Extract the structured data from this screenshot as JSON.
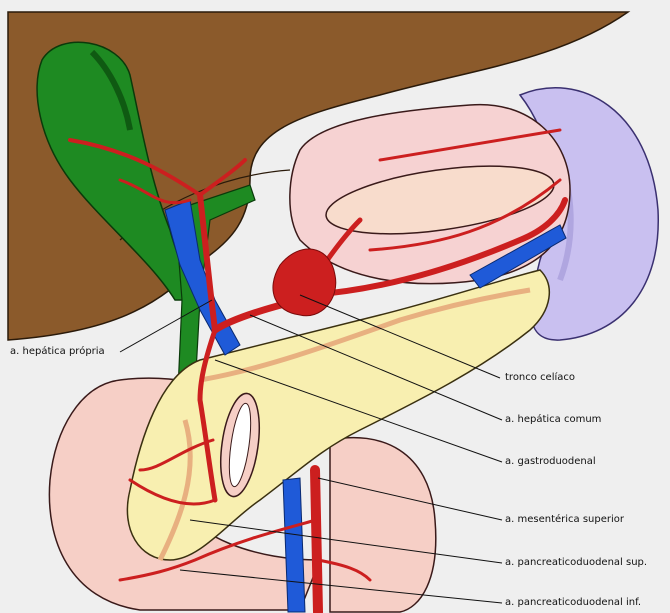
{
  "labels": {
    "hepatica_propria": "a. hepática própria",
    "tronco_celiaco": "tronco celíaco",
    "hepatica_comum": "a. hepática comum",
    "gastroduodenal": "a. gastroduodenal",
    "mesenterica_superior": "a. mesentérica superior",
    "pancreaticoduodenal_sup": "a. pancreaticoduodenal sup.",
    "pancreaticoduodenal_inf": "a. pancreaticoduodenal inf."
  },
  "colors": {
    "liver": "#8b5a2b",
    "gallbladder": "#1e8a22",
    "vein": "#1f5ad8",
    "artery": "#cc1f1f",
    "pancreas": "#f8efb0",
    "stomach": "#f6d2d2",
    "spleen": "#c9c0f0",
    "duodenum": "#f6cfc6",
    "background": "#f1f1f1"
  }
}
